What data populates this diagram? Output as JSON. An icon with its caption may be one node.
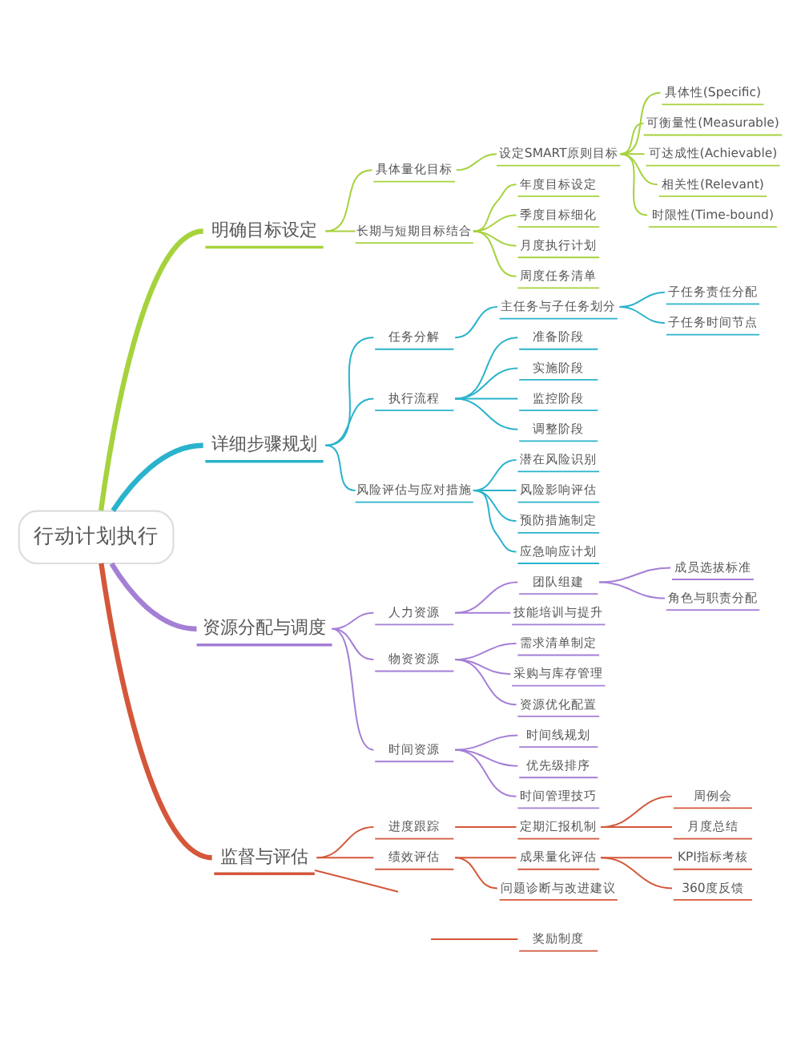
{
  "diagram": {
    "nodes": [
      {
        "text": [
          "行动计划执行"
        ]
      },
      {
        "text": [
          "明确目标设定"
        ]
      },
      {
        "text": [
          "具体量化目标"
        ]
      },
      {
        "text": [
          "设定SMART原则目标"
        ]
      },
      {
        "text": [
          "具体性(Specific)"
        ]
      },
      {
        "text": [
          "可衡量性(Measurable)"
        ]
      },
      {
        "text": [
          "可达成性(Achievable)"
        ]
      },
      {
        "text": [
          "相关性(Relevant)"
        ]
      },
      {
        "text": [
          "时限性(Time-bound)"
        ]
      },
      {
        "text": [
          "长期与短期目标结合"
        ]
      },
      {
        "text": [
          "年度目标设定"
        ]
      },
      {
        "text": [
          "季度目标细化"
        ]
      },
      {
        "text": [
          "月度执行计划"
        ]
      },
      {
        "text": [
          "周度任务清单"
        ]
      },
      {
        "text": [
          "详细步骤规划"
        ]
      },
      {
        "text": [
          "任务分解"
        ]
      },
      {
        "text": [
          "主任务与子任务划分"
        ]
      },
      {
        "text": [
          "子任务责任分配"
        ]
      },
      {
        "text": [
          "子任务时间节点"
        ]
      },
      {
        "text": [
          "执行流程"
        ]
      },
      {
        "text": [
          "准备阶段"
        ]
      },
      {
        "text": [
          "实施阶段"
        ]
      },
      {
        "text": [
          "监控阶段"
        ]
      },
      {
        "text": [
          "调整阶段"
        ]
      },
      {
        "text": [
          "风险评估与应对措施"
        ]
      },
      {
        "text": [
          "潜在风险识别"
        ]
      },
      {
        "text": [
          "风险影响评估"
        ]
      },
      {
        "text": [
          "预防措施制定"
        ]
      },
      {
        "text": [
          "应急响应计划"
        ]
      },
      {
        "text": [
          "资源分配与调度"
        ]
      },
      {
        "text": [
          "人力资源"
        ]
      },
      {
        "text": [
          "团队组建"
        ]
      },
      {
        "text": [
          "成员选拔标准"
        ]
      },
      {
        "text": [
          "角色与职责分配"
        ]
      },
      {
        "text": [
          "技能培训与提升"
        ]
      },
      {
        "text": [
          "物资资源"
        ]
      },
      {
        "text": [
          "需求清单制定"
        ]
      },
      {
        "text": [
          "采购与库存管理"
        ]
      },
      {
        "text": [
          "资源优化配置"
        ]
      },
      {
        "text": [
          "时间资源"
        ]
      },
      {
        "text": [
          "时间线规划"
        ]
      },
      {
        "text": [
          "优先级排序"
        ]
      },
      {
        "text": [
          "时间管理技巧"
        ]
      },
      {
        "text": [
          "监督与评估"
        ]
      },
      {
        "text": [
          "进度跟踪"
        ]
      },
      {
        "text": [
          "定期汇报机制"
        ]
      },
      {
        "text": [
          "周例会"
        ]
      },
      {
        "text": [
          "月度总结"
        ]
      },
      {
        "text": [
          "绩效评估"
        ]
      },
      {
        "text": [
          "成果量化评估"
        ]
      },
      {
        "text": [
          "KPI指标考核"
        ]
      },
      {
        "text": [
          "360度反馈"
        ]
      },
      {
        "text": [
          "问题诊断与改进建议"
        ]
      },
      {
        "text": [
          "奖励制度"
        ]
      }
    ],
    "edges": [
      {
        "from": 0,
        "to": 1,
        "arrow": "none",
        "style": "thick",
        "color": "#a6d23e"
      },
      {
        "from": 1,
        "to": 2,
        "arrow": "none",
        "color": "#a6d23e"
      },
      {
        "from": 2,
        "to": 3,
        "arrow": "none",
        "color": "#a6d23e"
      },
      {
        "from": 3,
        "to": 4,
        "arrow": "none",
        "color": "#a6d23e"
      },
      {
        "from": 3,
        "to": 5,
        "arrow": "none",
        "color": "#a6d23e"
      },
      {
        "from": 3,
        "to": 6,
        "arrow": "none",
        "color": "#a6d23e"
      },
      {
        "from": 3,
        "to": 7,
        "arrow": "none",
        "color": "#a6d23e"
      },
      {
        "from": 3,
        "to": 8,
        "arrow": "none",
        "color": "#a6d23e"
      },
      {
        "from": 1,
        "to": 9,
        "arrow": "none",
        "color": "#a6d23e"
      },
      {
        "from": 9,
        "to": 10,
        "arrow": "none",
        "color": "#a6d23e"
      },
      {
        "from": 9,
        "to": 11,
        "arrow": "none",
        "color": "#a6d23e"
      },
      {
        "from": 9,
        "to": 12,
        "arrow": "none",
        "color": "#a6d23e"
      },
      {
        "from": 9,
        "to": 13,
        "arrow": "none",
        "color": "#a6d23e"
      },
      {
        "from": 0,
        "to": 14,
        "arrow": "none",
        "style": "thick",
        "color": "#2ab3cc"
      },
      {
        "from": 14,
        "to": 15,
        "arrow": "none",
        "color": "#2ab3cc"
      },
      {
        "from": 15,
        "to": 16,
        "arrow": "none",
        "color": "#2ab3cc"
      },
      {
        "from": 16,
        "to": 17,
        "arrow": "none",
        "color": "#2ab3cc"
      },
      {
        "from": 16,
        "to": 18,
        "arrow": "none",
        "color": "#2ab3cc"
      },
      {
        "from": 14,
        "to": 19,
        "arrow": "none",
        "color": "#2ab3cc"
      },
      {
        "from": 19,
        "to": 20,
        "arrow": "none",
        "color": "#2ab3cc"
      },
      {
        "from": 19,
        "to": 21,
        "arrow": "none",
        "color": "#2ab3cc"
      },
      {
        "from": 19,
        "to": 22,
        "arrow": "none",
        "color": "#2ab3cc"
      },
      {
        "from": 19,
        "to": 23,
        "arrow": "none",
        "color": "#2ab3cc"
      },
      {
        "from": 14,
        "to": 24,
        "arrow": "none",
        "color": "#2ab3cc"
      },
      {
        "from": 24,
        "to": 25,
        "arrow": "none",
        "color": "#2ab3cc"
      },
      {
        "from": 24,
        "to": 26,
        "arrow": "none",
        "color": "#2ab3cc"
      },
      {
        "from": 24,
        "to": 27,
        "arrow": "none",
        "color": "#2ab3cc"
      },
      {
        "from": 24,
        "to": 28,
        "arrow": "none",
        "color": "#2ab3cc"
      },
      {
        "from": 0,
        "to": 29,
        "arrow": "none",
        "style": "thick",
        "color": "#a47fd6"
      },
      {
        "from": 29,
        "to": 30,
        "arrow": "none",
        "color": "#a47fd6"
      },
      {
        "from": 30,
        "to": 31,
        "arrow": "none",
        "color": "#a47fd6"
      },
      {
        "from": 31,
        "to": 32,
        "arrow": "none",
        "color": "#a47fd6"
      },
      {
        "from": 31,
        "to": 33,
        "arrow": "none",
        "color": "#a47fd6"
      },
      {
        "from": 30,
        "to": 34,
        "arrow": "none",
        "color": "#a47fd6"
      },
      {
        "from": 29,
        "to": 35,
        "arrow": "none",
        "color": "#a47fd6"
      },
      {
        "from": 35,
        "to": 36,
        "arrow": "none",
        "color": "#a47fd6"
      },
      {
        "from": 35,
        "to": 37,
        "arrow": "none",
        "color": "#a47fd6"
      },
      {
        "from": 35,
        "to": 38,
        "arrow": "none",
        "color": "#a47fd6"
      },
      {
        "from": 29,
        "to": 39,
        "arrow": "none",
        "color": "#a47fd6"
      },
      {
        "from": 39,
        "to": 40,
        "arrow": "none",
        "color": "#a47fd6"
      },
      {
        "from": 39,
        "to": 41,
        "arrow": "none",
        "color": "#a47fd6"
      },
      {
        "from": 39,
        "to": 42,
        "arrow": "none",
        "color": "#a47fd6"
      },
      {
        "from": 0,
        "to": 43,
        "arrow": "none",
        "style": "thick",
        "color": "#d4573a"
      },
      {
        "from": 43,
        "to": 44,
        "arrow": "none",
        "color": "#d4573a"
      },
      {
        "from": 44,
        "to": 45,
        "arrow": "none",
        "color": "#d4573a"
      },
      {
        "from": 45,
        "to": 46,
        "arrow": "none",
        "color": "#d4573a"
      },
      {
        "from": 45,
        "to": 47,
        "arrow": "none",
        "color": "#d4573a"
      },
      {
        "from": 43,
        "to": 48,
        "arrow": "none",
        "color": "#d4573a"
      },
      {
        "from": 48,
        "to": 49,
        "arrow": "none",
        "color": "#d4573a"
      },
      {
        "from": 49,
        "to": 50,
        "arrow": "none",
        "color": "#d4573a"
      },
      {
        "from": 49,
        "to": 51,
        "arrow": "none",
        "color": "#d4573a"
      },
      {
        "from": 48,
        "to": 52,
        "arrow": "none",
        "color": "#d4573a"
      },
      {
        "from": 43,
        "to": null,
        "arrow": "none",
        "color": "#d4573a"
      },
      {
        "from": null,
        "to": 53,
        "arrow": "none",
        "color": "#d4573a"
      }
    ]
  }
}
